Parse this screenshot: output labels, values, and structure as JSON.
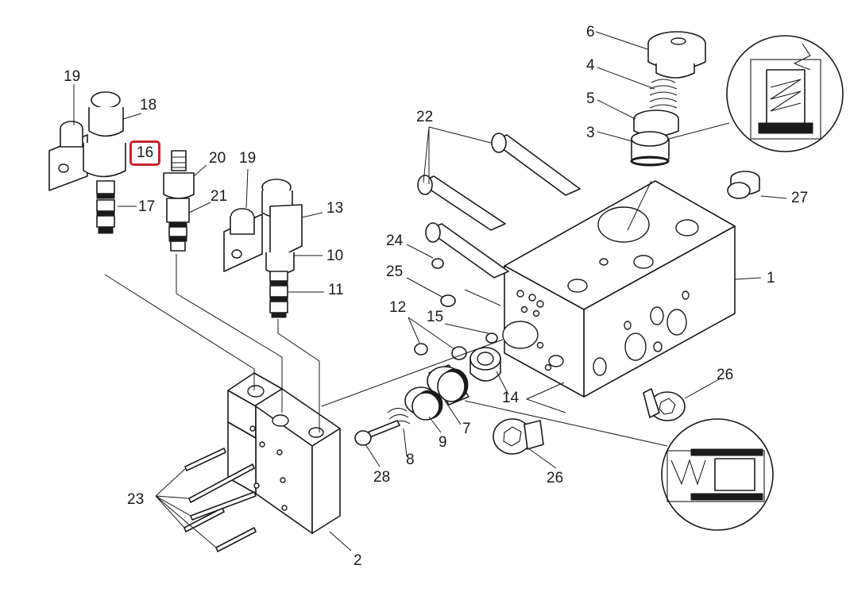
{
  "diagram": {
    "highlight_color": "#c8232c",
    "highlighted_part": "16",
    "labels": {
      "l1": "1",
      "l2": "2",
      "l3": "3",
      "l4": "4",
      "l5": "5",
      "l6": "6",
      "l7": "7",
      "l8": "8",
      "l9": "9",
      "l10": "10",
      "l11": "11",
      "l12": "12",
      "l13": "13",
      "l14": "14",
      "l15": "15",
      "l16": "16",
      "l17": "17",
      "l18": "18",
      "l19a": "19",
      "l19b": "19",
      "l20": "20",
      "l21": "21",
      "l22": "22",
      "l23": "23",
      "l24": "24",
      "l25": "25",
      "l26a": "26",
      "l26b": "26",
      "l27": "27",
      "l28": "28"
    }
  }
}
